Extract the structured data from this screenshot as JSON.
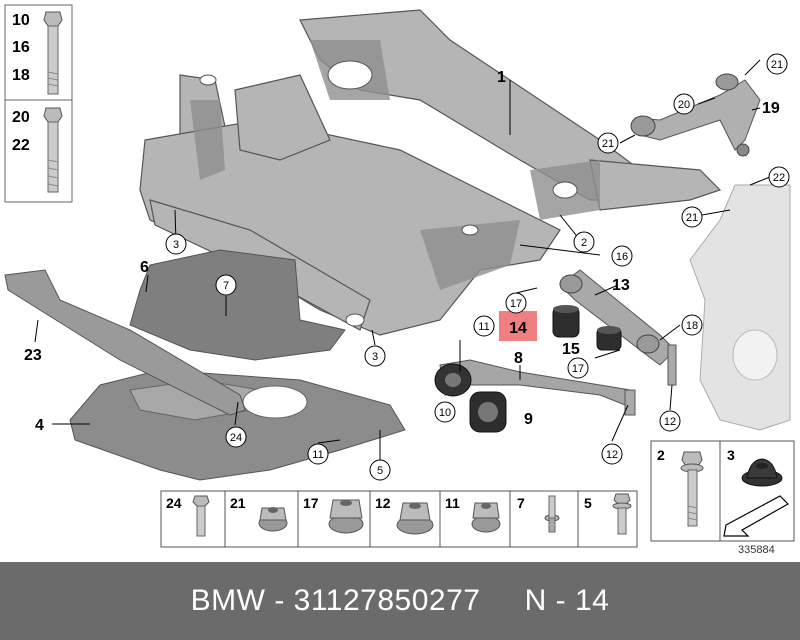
{
  "colors": {
    "highlight": "#f08080",
    "footer_bg": "#6b6b6b",
    "footer_text": "#ffffff",
    "metal": "#9a9a9a",
    "shield": "#7f7f7f"
  },
  "bolts_panel": [
    "10",
    "16",
    "18",
    "20",
    "22"
  ],
  "callouts": {
    "c1": "1",
    "c2": "2",
    "c3a": "3",
    "c3b": "3",
    "c4": "4",
    "c5": "5",
    "c6": "6",
    "c7": "7",
    "c8": "8",
    "c9": "9",
    "c10": "10",
    "c11a": "11",
    "c11b": "11",
    "c12a": "12",
    "c12b": "12",
    "c13": "13",
    "c14": "14",
    "c15": "15",
    "c16": "16",
    "c17a": "17",
    "c17b": "17",
    "c18": "18",
    "c19": "19",
    "c20": "20",
    "c21a": "21",
    "c21b": "21",
    "c21c": "21",
    "c22": "22",
    "c23": "23",
    "c24": "24"
  },
  "hardware_strip": [
    "24",
    "21",
    "17",
    "12",
    "11",
    "7",
    "5"
  ],
  "side_parts": [
    "2",
    "3"
  ],
  "diagram_number": "335884",
  "footer": {
    "text": "BMW - 31127850277     N - 14"
  }
}
